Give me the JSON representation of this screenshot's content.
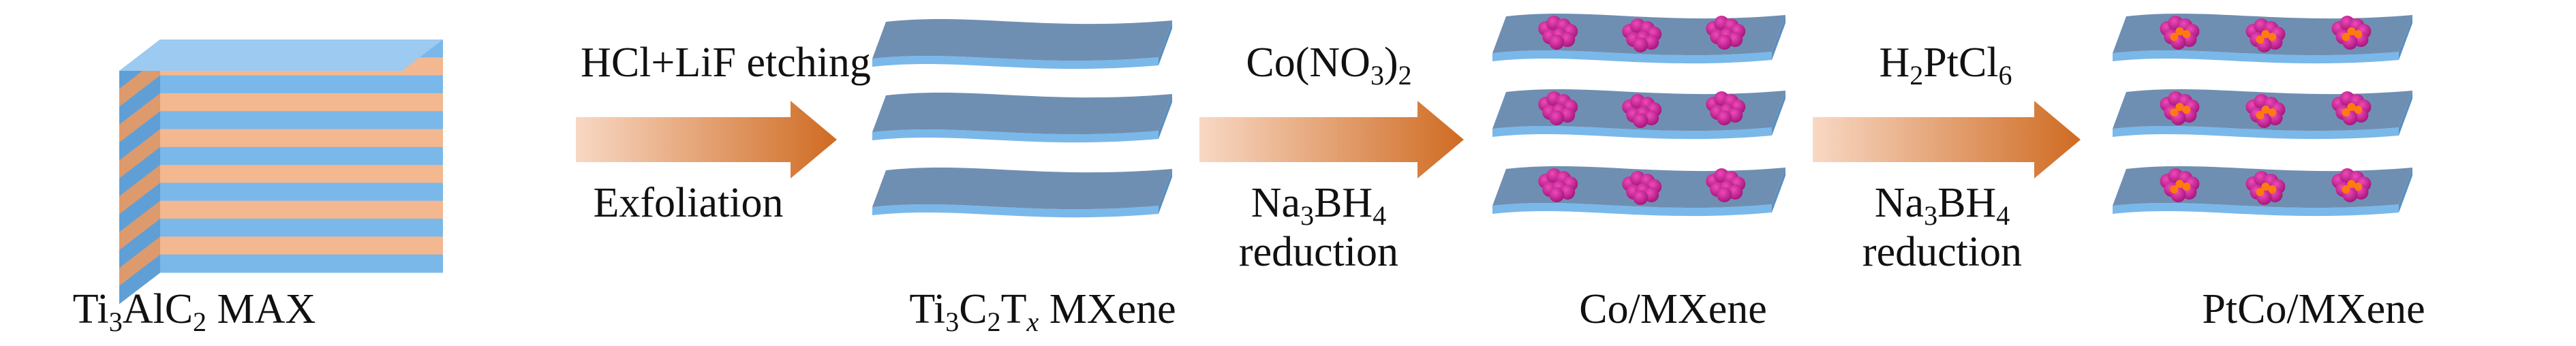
{
  "colors": {
    "sheet_top": "#6f8fb2",
    "sheet_side": "#7ab8ea",
    "max_stripe": "#f3b88f",
    "arrow_start": "#f8d8c4",
    "arrow_end": "#cf6b22",
    "co_particle": "#c0158e",
    "pt_particle": "#ff7a10",
    "text": "#111111"
  },
  "materials": {
    "max": {
      "name": "Ti3AlC2 MAX",
      "layer_count": 7
    },
    "mxene": {
      "name": "Ti3C2Tx MXene",
      "sheet_count": 3
    },
    "co_mxene": {
      "name": "Co/MXene",
      "sheet_count": 3,
      "particles_per_sheet": 3
    },
    "ptco_mxene": {
      "name": "PtCo/MXene",
      "sheet_count": 3,
      "particles_per_sheet": 3
    }
  },
  "steps": [
    {
      "reagent_above": "HCl+LiF etching",
      "reagent_below": "Exfoliation",
      "icon": "right-arrow-icon"
    },
    {
      "reagent_above": "Co(NO3)2",
      "reagent_below": [
        "Na3BH4",
        "reduction"
      ],
      "icon": "right-arrow-icon"
    },
    {
      "reagent_above": "H2PtCl6",
      "reagent_below": [
        "Na3BH4",
        "reduction"
      ],
      "icon": "right-arrow-icon"
    }
  ]
}
